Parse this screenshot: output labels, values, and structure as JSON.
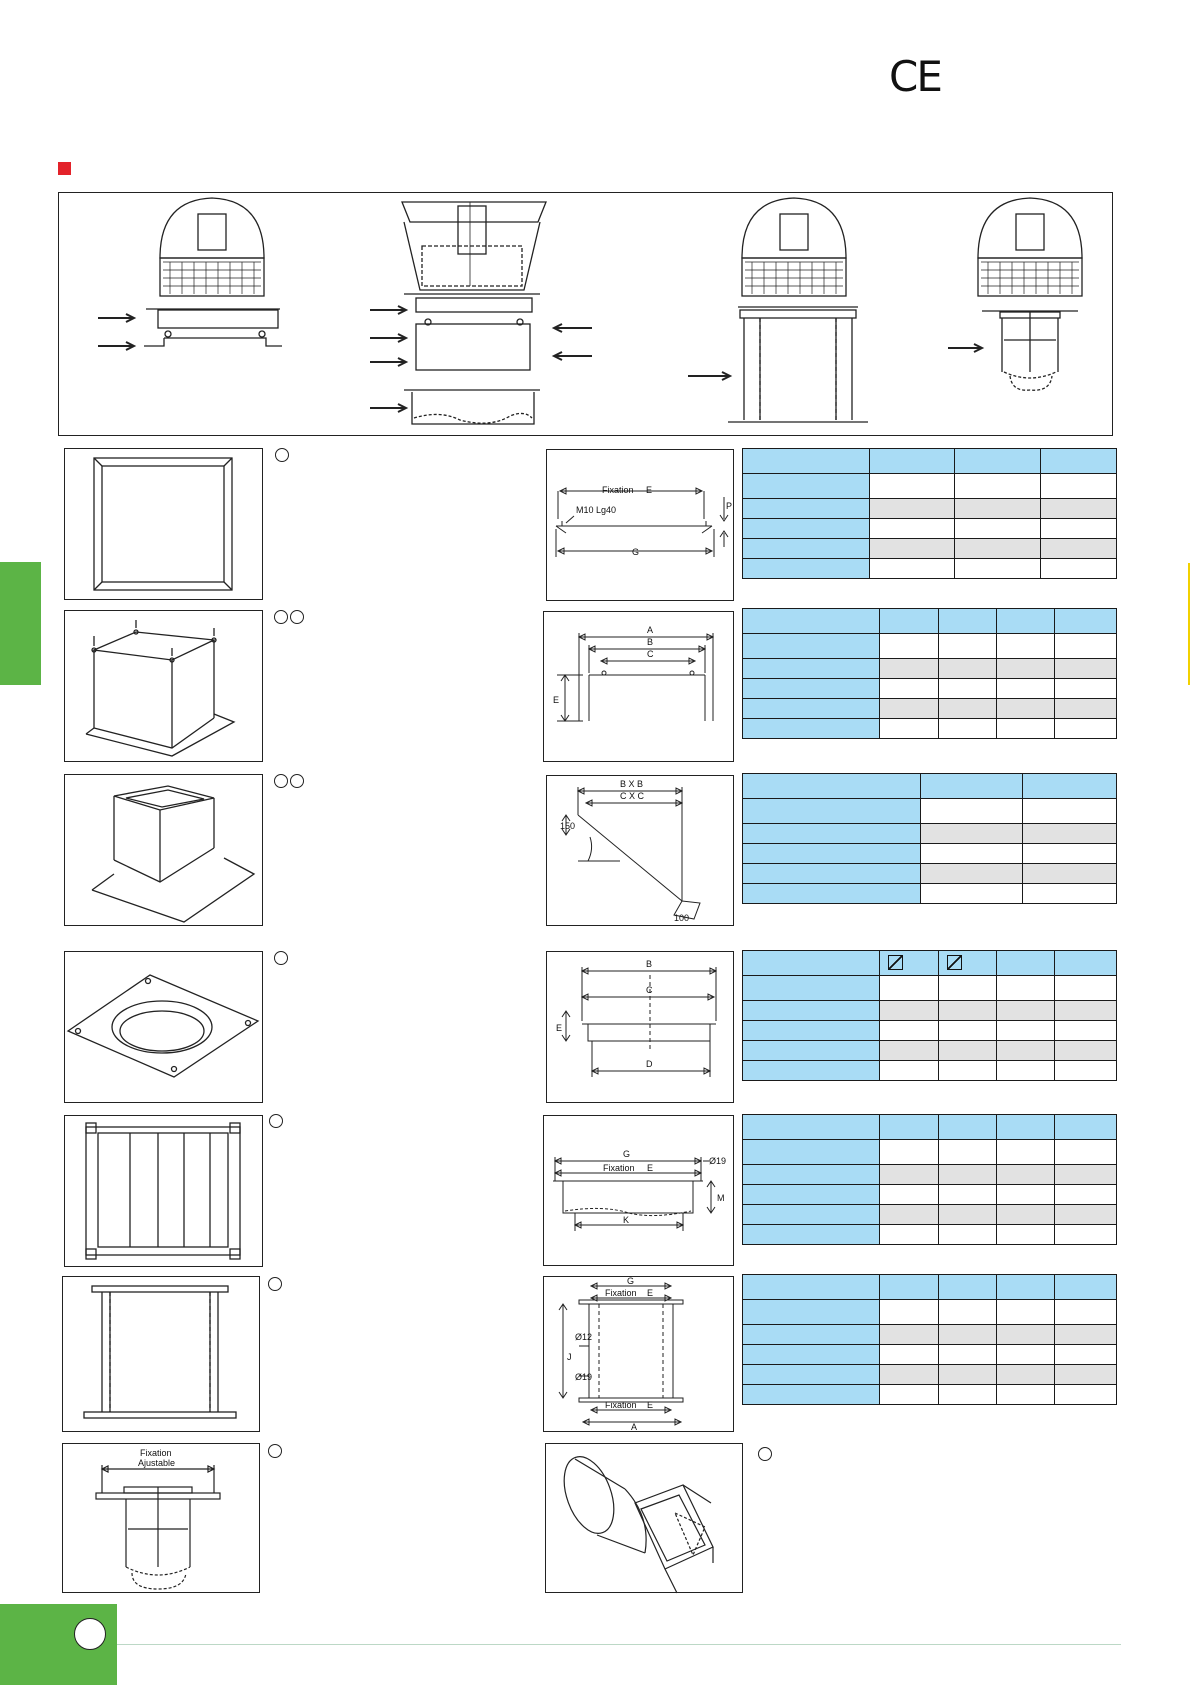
{
  "header": {
    "ce_mark": "CE",
    "accent_color": "#e3222a",
    "side_tab_color": "#5cb446",
    "footer_color": "#5cb446"
  },
  "drawings": {
    "d1_fixation": "Fixation",
    "d1_bolt": "M10 Lg40",
    "d1_e": "E",
    "d1_g": "G",
    "d1_p": "P",
    "d2_a": "A",
    "d2_b": "B",
    "d2_c": "C",
    "d2_e": "E",
    "d3_bxb": "B X B",
    "d3_cxc": "C X C",
    "d3_150": "150",
    "d3_100": "100",
    "d4_b": "B",
    "d4_c": "C",
    "d4_d": "D",
    "d4_e": "E",
    "d5_g": "G",
    "d5_fixation": "Fixation",
    "d5_e": "E",
    "d5_19": "Ø19",
    "d5_k": "K",
    "d5_m": "M",
    "d6_g": "G",
    "d6_fixation_top": "Fixation",
    "d6_e_top": "E",
    "d6_12": "Ø12",
    "d6_19": "Ø19",
    "d6_j": "J",
    "d6_fixation_bottom": "Fixation",
    "d6_e_bottom": "E",
    "d6_a": "A",
    "d7_fixation": "Fixation",
    "d7_adjustable": "Ajustable"
  }
}
